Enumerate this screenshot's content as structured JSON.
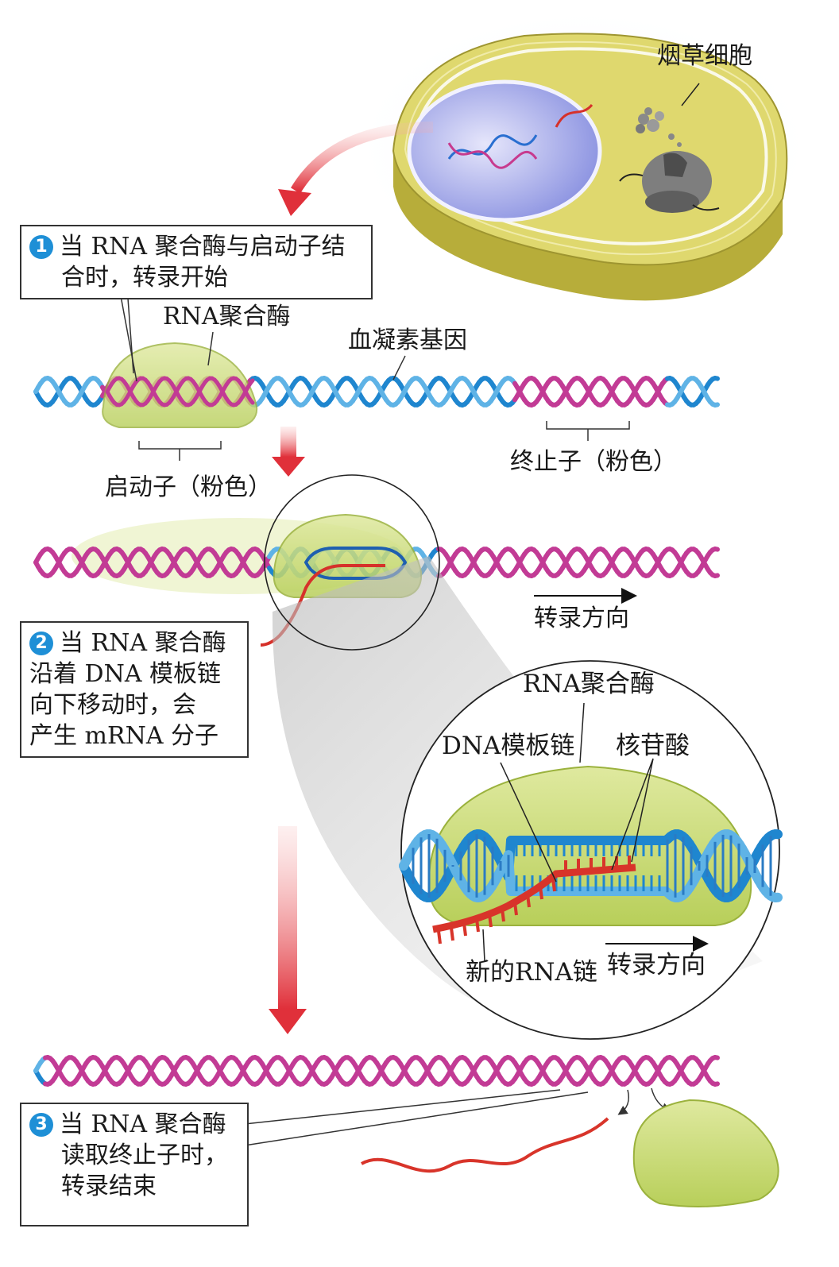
{
  "cell": {
    "label": "烟草细胞"
  },
  "step1": {
    "number": "1",
    "lines": [
      "当 RNA 聚合酶与启动子结",
      "合时，转录开始"
    ]
  },
  "step2": {
    "number": "2",
    "lines": [
      "当 RNA 聚合酶",
      "沿着 DNA 模板链",
      "向下移动时，会",
      "产生 mRNA 分子"
    ]
  },
  "step3": {
    "number": "3",
    "lines": [
      "当 RNA 聚合酶",
      "读取终止子时，",
      "转录结束"
    ]
  },
  "labels": {
    "rna_polymerase": "RNA聚合酶",
    "gene": "血凝素基因",
    "promoter": "启动子（粉色）",
    "terminator": "终止子（粉色）",
    "direction": "转录方向"
  },
  "zoom": {
    "rna_polymerase": "RNA聚合酶",
    "template_strand": "DNA模板链",
    "nucleotide": "核苷酸",
    "new_rna": "新的RNA链",
    "direction": "转录方向"
  },
  "colors": {
    "dna_blue": "#1f86cf",
    "dna_pink": "#c23b95",
    "polymerase": "#c8da72",
    "rna": "#d8342a",
    "cell": "#d9d36a"
  }
}
